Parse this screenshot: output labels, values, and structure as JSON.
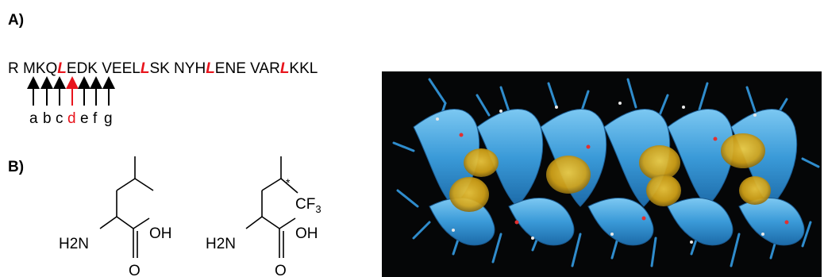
{
  "panel_a": {
    "label": "A)",
    "sequence": [
      {
        "text": "R MKQ",
        "highlight": false
      },
      {
        "text": "L",
        "highlight": true
      },
      {
        "text": "EDK VEEL",
        "highlight": false
      },
      {
        "text": "L",
        "highlight": true
      },
      {
        "text": "SK NYH",
        "highlight": false
      },
      {
        "text": "L",
        "highlight": true
      },
      {
        "text": "ENE VAR",
        "highlight": false
      },
      {
        "text": "L",
        "highlight": true
      },
      {
        "text": "KKL",
        "highlight": false
      }
    ],
    "heptad_positions": [
      {
        "letter": "a",
        "highlight": false
      },
      {
        "letter": "b",
        "highlight": false
      },
      {
        "letter": "c",
        "highlight": false
      },
      {
        "letter": "d",
        "highlight": true
      },
      {
        "letter": "e",
        "highlight": false
      },
      {
        "letter": "f",
        "highlight": false
      },
      {
        "letter": "g",
        "highlight": false
      }
    ],
    "highlight_color": "#e8141c"
  },
  "panel_b": {
    "label": "B)",
    "leucine": {
      "amine": "H2N",
      "acid": "OH",
      "carbonyl": "O"
    },
    "trifluoroleucine": {
      "amine": "H2N",
      "acid": "OH",
      "carbonyl": "O",
      "stereocenter": "*",
      "substituent": "CF3"
    }
  },
  "helix_image": {
    "background_color": "#050607",
    "ribbon_color": "#3aa0e0",
    "surface_color": "#e0b020"
  }
}
